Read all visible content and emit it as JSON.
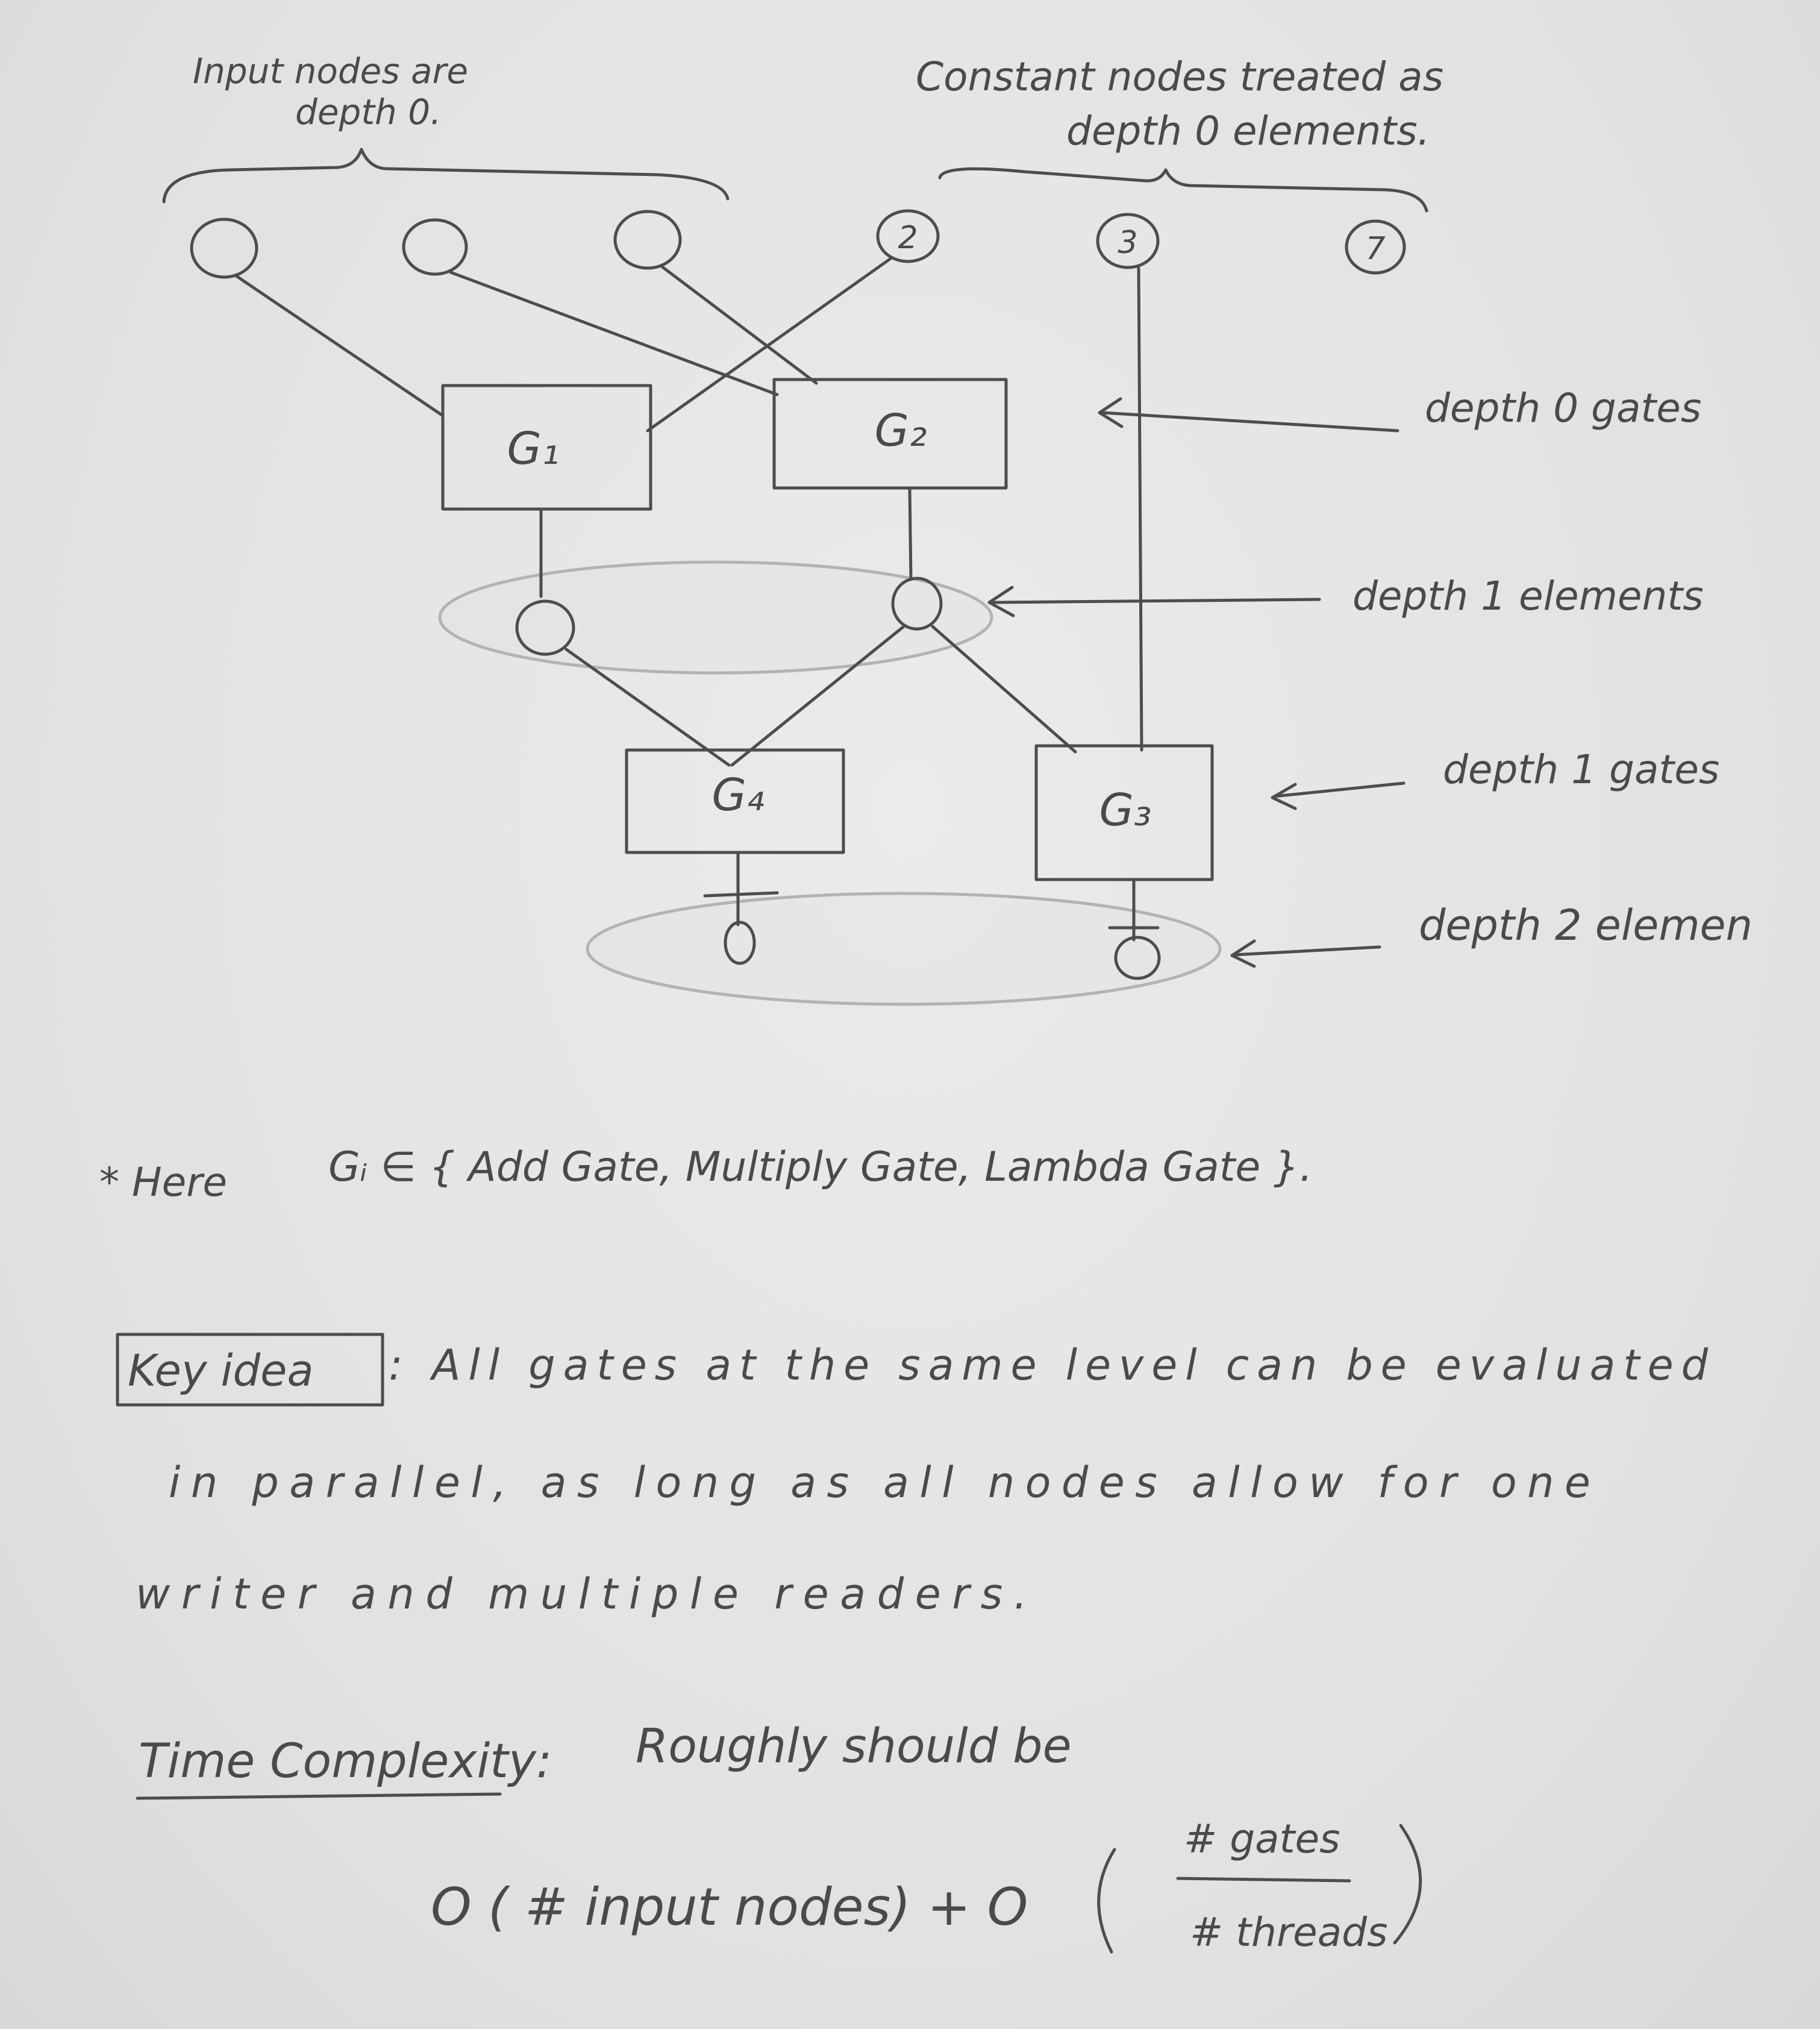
{
  "annotations": {
    "input_nodes_line1": "Input nodes are",
    "input_nodes_line2": "depth 0.",
    "constant_nodes_line1": "Constant nodes treated as",
    "constant_nodes_line2": "depth 0 elements."
  },
  "constants": [
    "2",
    "3",
    "7"
  ],
  "gates": {
    "g1": "G₁",
    "g2": "G₂",
    "g3": "G₃",
    "g4": "G₄"
  },
  "depth_labels": {
    "depth0_gates": "depth 0 gates",
    "depth1_elements": "depth 1 elements",
    "depth1_gates": "depth 1 gates",
    "depth2_elements": "depth 2 elemen"
  },
  "notes": {
    "here": "* Here",
    "gate_set": "Gᵢ ∈ { Add Gate, Multiply Gate, Lambda Gate }.",
    "key_idea_label": "Key idea",
    "key_idea_line1": ": All gates at the same level can be evaluated",
    "key_idea_line2": "in parallel, as long as all nodes allow for one",
    "key_idea_line3": "writer and multiple readers.",
    "time_complexity_label": "Time Complexity:",
    "time_complexity_text": "Roughly should be",
    "formula_left": "O ( # input nodes) + O",
    "formula_numerator": "# gates",
    "formula_denominator": "# threads"
  }
}
